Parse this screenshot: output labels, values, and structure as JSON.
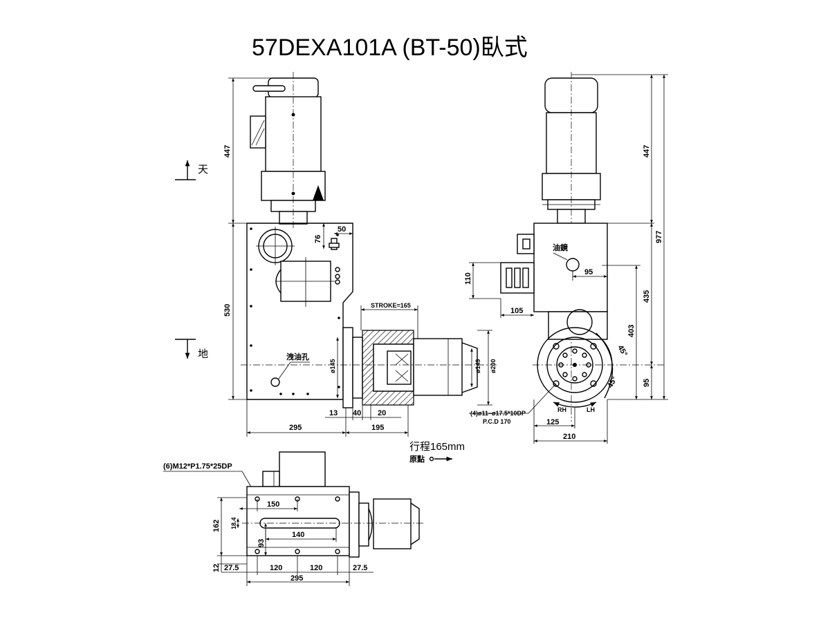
{
  "title": "57DEXA101A (BT-50)臥式",
  "direction": {
    "up": "天",
    "down": "地"
  },
  "front_view": {
    "dims": {
      "motor_height": "447",
      "body_height": "530",
      "oil_offset_v": "76",
      "oil_offset_h": "50",
      "width_left": "295",
      "width_right": "195",
      "d13": "13",
      "d40": "40",
      "d20": "20",
      "stroke": "STROKE=165",
      "phi145": "ø145",
      "phi149": "ø149",
      "phi200": "ø200"
    },
    "drain_label": "洩油孔"
  },
  "side_view": {
    "dims": {
      "d447": "447",
      "d977": "977",
      "d435": "435",
      "d403": "403",
      "d95v": "95",
      "d95h": "95",
      "d110": "110",
      "d105": "105",
      "d125": "125",
      "d210": "210",
      "a45a": "45°",
      "a45b": "45°"
    },
    "oil_label": "油鏡",
    "hole_note": "(4)ø11–ø17.5*10DP",
    "pcd_note": "P.C.D 170",
    "rh": "RH",
    "lh": "LH"
  },
  "stroke_note": "行程165mm",
  "origin_note": "原點",
  "bottom_view": {
    "thread_note": "(6)M12*P1.75*25DP",
    "dims": {
      "d150": "150",
      "d140": "140",
      "d162": "162",
      "d93": "93",
      "d184": "18.4",
      "d12": "12",
      "d275a": "27.5",
      "d120a": "120",
      "d120b": "120",
      "d275b": "27.5",
      "d295": "295"
    }
  }
}
